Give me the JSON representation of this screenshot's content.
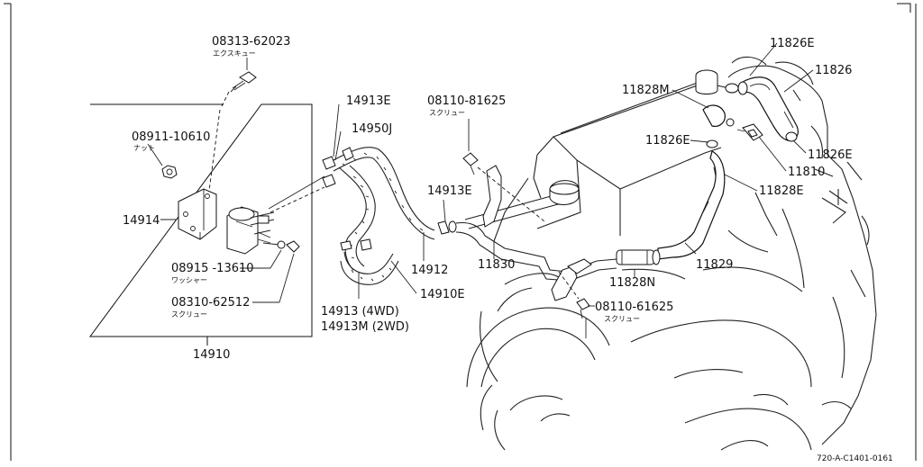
{
  "parts": [
    {
      "id": "p1",
      "text": "08313-62023"
    },
    {
      "id": "p2",
      "text": "エクスキュー"
    },
    {
      "id": "p3",
      "text": "08911-10610"
    },
    {
      "id": "p4",
      "text": "ナット"
    },
    {
      "id": "p5",
      "text": "14914"
    },
    {
      "id": "p6",
      "text": "08915 -13610"
    },
    {
      "id": "p7",
      "text": "ワッシャー"
    },
    {
      "id": "p8",
      "text": "08310-62512"
    },
    {
      "id": "p9",
      "text": "スクリュー"
    },
    {
      "id": "p10",
      "text": "14910"
    },
    {
      "id": "p11",
      "text": "14913E"
    },
    {
      "id": "p12",
      "text": "14950J"
    },
    {
      "id": "p13",
      "text": "14913E"
    },
    {
      "id": "p14",
      "text": "14912"
    },
    {
      "id": "p15",
      "text": "14913 (4WD)"
    },
    {
      "id": "p16",
      "text": "14913M (2WD)"
    },
    {
      "id": "p17",
      "text": "14910E"
    },
    {
      "id": "p18",
      "text": "08110-81625"
    },
    {
      "id": "p19",
      "text": "スクリュー"
    },
    {
      "id": "p20",
      "text": "11830"
    },
    {
      "id": "p21",
      "text": "11828M"
    },
    {
      "id": "p22",
      "text": "11826E"
    },
    {
      "id": "p23",
      "text": "11826"
    },
    {
      "id": "p24",
      "text": "11826E"
    },
    {
      "id": "p25",
      "text": "11826E"
    },
    {
      "id": "p26",
      "text": "11810"
    },
    {
      "id": "p27",
      "text": "11828E"
    },
    {
      "id": "p28",
      "text": "11829"
    },
    {
      "id": "p29",
      "text": "11828N"
    },
    {
      "id": "p30",
      "text": "08110-61625"
    },
    {
      "id": "p31",
      "text": "スクリュー"
    }
  ],
  "diagram_code": "720-A-C1401-0161"
}
